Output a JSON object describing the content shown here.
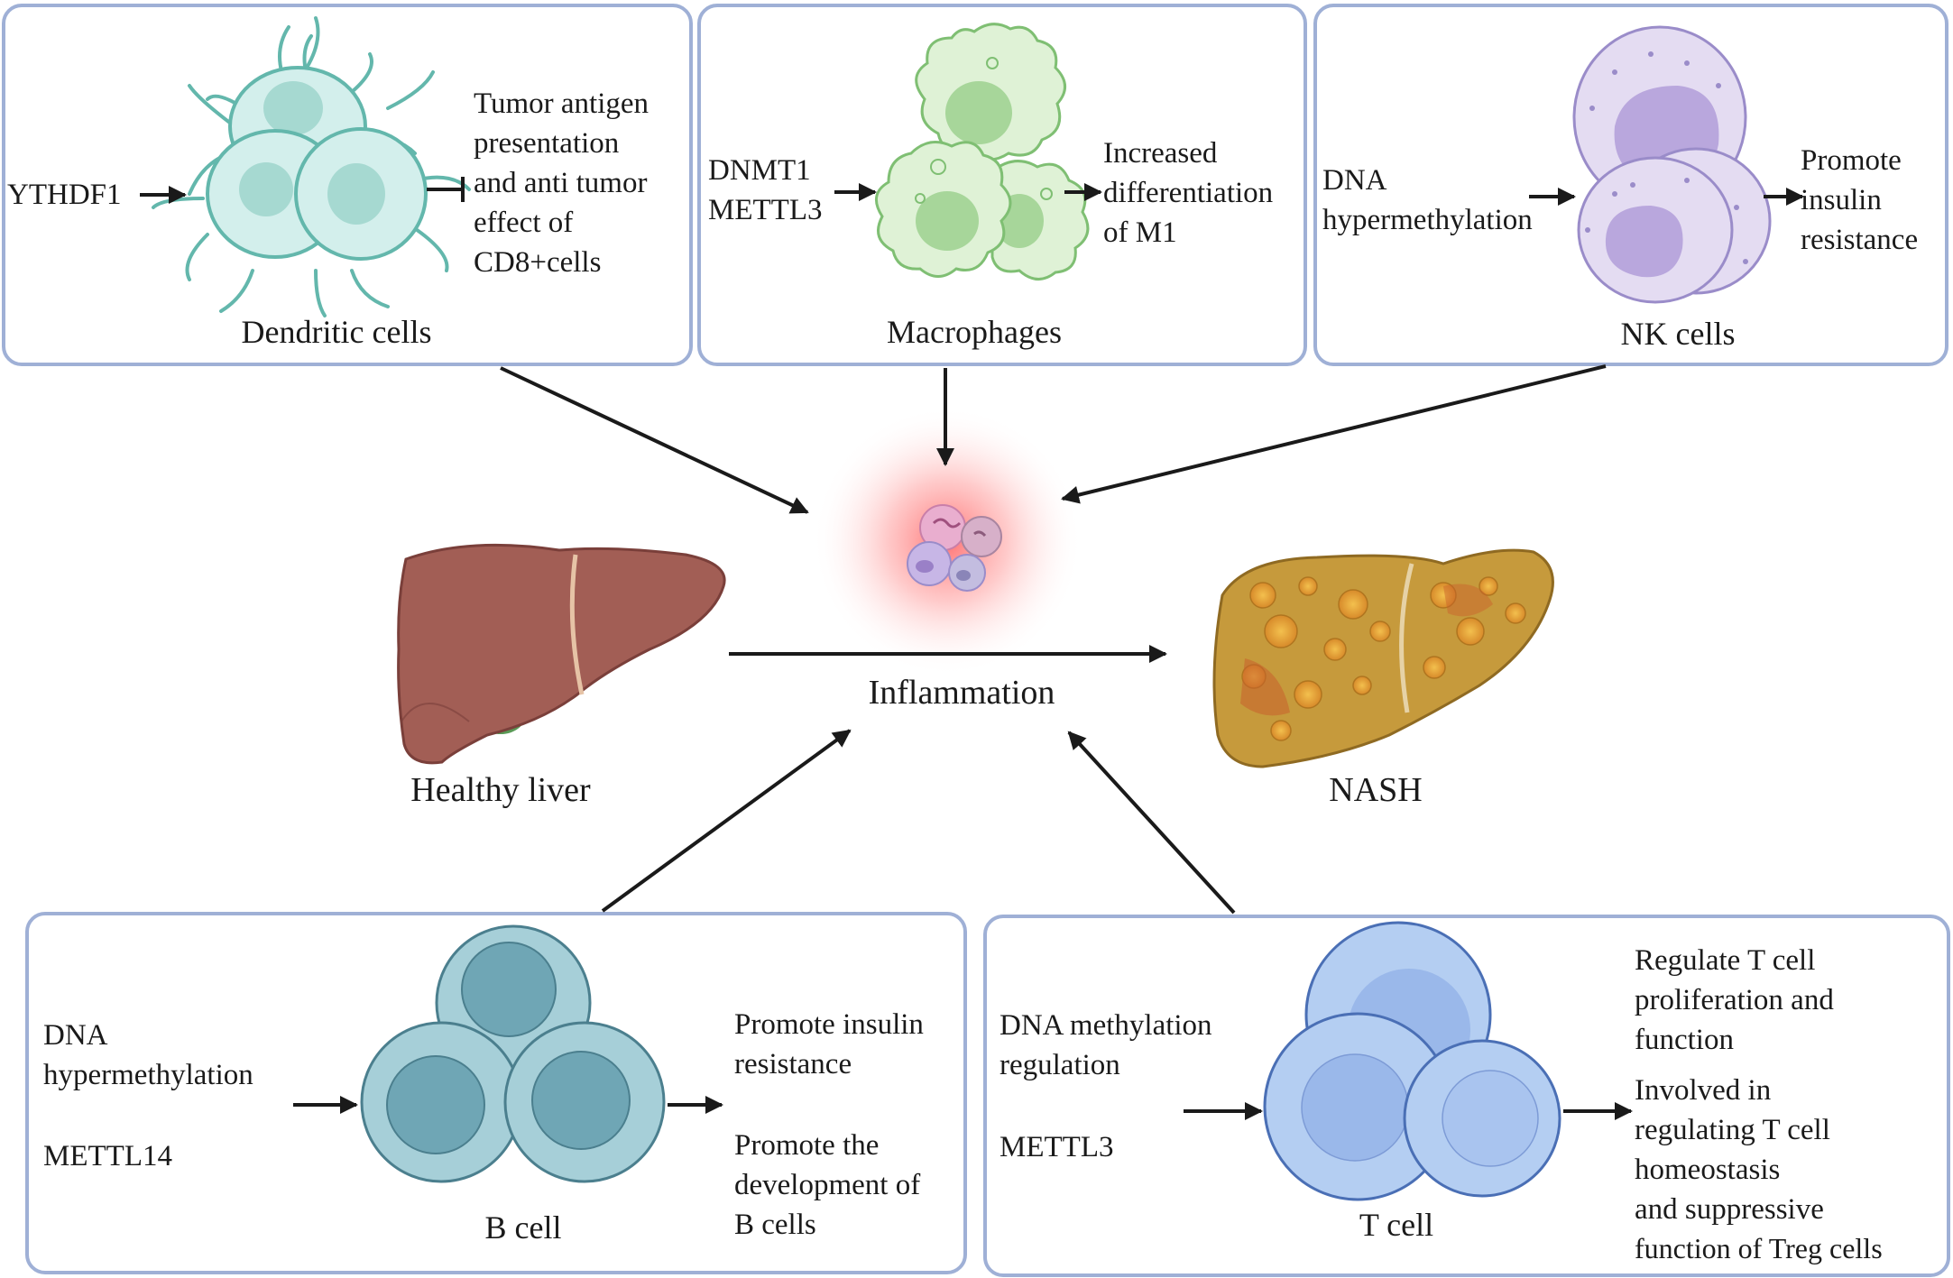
{
  "panels": {
    "dendritic": {
      "name": "Dendritic cells",
      "regulator": "YTHDF1",
      "effect": [
        "Tumor antigen",
        "presentation",
        "and anti tumor",
        "effect of",
        "CD8+cells"
      ]
    },
    "macrophages": {
      "name": "Macrophages",
      "regulators": [
        "DNMT1",
        "METTL3"
      ],
      "effect": [
        "Increased",
        "differentiation",
        "of M1"
      ]
    },
    "nk": {
      "name": "NK cells",
      "regulator": [
        "DNA",
        "hypermethylation"
      ],
      "effect": [
        "Promote",
        "insulin",
        "resistance"
      ]
    },
    "bcell": {
      "name": "B cell",
      "regulator": [
        "DNA",
        "hypermethylation"
      ],
      "regulator2": "METTL14",
      "effect1": [
        "Promote insulin",
        "resistance"
      ],
      "effect2": [
        "Promote the",
        "development of",
        "B cells"
      ]
    },
    "tcell": {
      "name": "T cell",
      "regulator": [
        "DNA methylation",
        "regulation"
      ],
      "regulator2": "METTL3",
      "effect1": [
        "Regulate T cell",
        "proliferation and",
        "function"
      ],
      "effect2": [
        "Involved in",
        "regulating T cell",
        "homeostasis",
        "and suppressive",
        "function of Treg cells"
      ]
    }
  },
  "center": {
    "healthy": "Healthy liver",
    "inflammation": "Inflammation",
    "nash": "NASH"
  },
  "colors": {
    "panel_border": "#9fb0d6",
    "dendritic_fill": "#d3efec",
    "dendritic_stroke": "#63b7ac",
    "macrophage_fill": "#dff2d6",
    "macrophage_stroke": "#7fbf73",
    "nk_fill": "#e4dcf2",
    "nk_stroke": "#9a8cc9",
    "bcell_fill": "#a6cfd8",
    "bcell_nucleus": "#6fa6b5",
    "tcell_fill": "#b4cef2",
    "tcell_nucleus": "#9ab8ea",
    "liver_healthy": "#a25e55",
    "liver_nash": "#c69a3c"
  }
}
